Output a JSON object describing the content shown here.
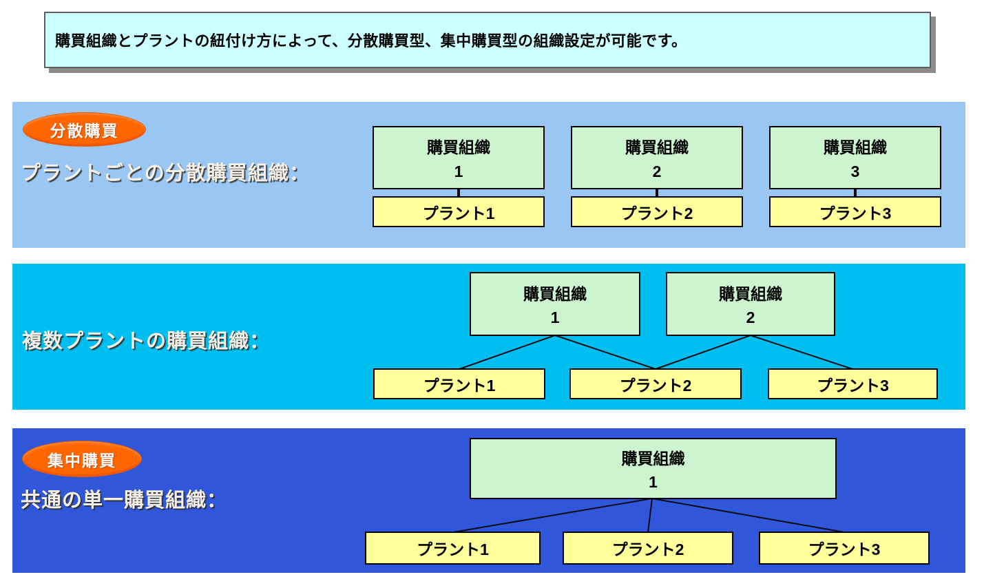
{
  "header": {
    "text": "購買組織とプラントの紐付け方によって、分散購買型、集中購買型の組織設定が可能です。"
  },
  "sections": [
    {
      "badge": "分散購買",
      "title": "プラントごとの分散購買組織：",
      "orgs": [
        {
          "label": "購買組織",
          "num": "1"
        },
        {
          "label": "購買組織",
          "num": "2"
        },
        {
          "label": "購買組織",
          "num": "3"
        }
      ],
      "plants": [
        "プラント1",
        "プラント2",
        "プラント3"
      ],
      "connections": [
        [
          0,
          0
        ],
        [
          1,
          1
        ],
        [
          2,
          2
        ]
      ]
    },
    {
      "badge": "",
      "title": "複数プラントの購買組織：",
      "orgs": [
        {
          "label": "購買組織",
          "num": "1"
        },
        {
          "label": "購買組織",
          "num": "2"
        }
      ],
      "plants": [
        "プラント1",
        "プラント2",
        "プラント3"
      ],
      "connections": [
        [
          0,
          0
        ],
        [
          0,
          1
        ],
        [
          1,
          1
        ],
        [
          1,
          2
        ]
      ]
    },
    {
      "badge": "集中購買",
      "title": "共通の単一購買組織：",
      "orgs": [
        {
          "label": "購買組織",
          "num": "1"
        }
      ],
      "plants": [
        "プラント1",
        "プラント2",
        "プラント3"
      ],
      "connections": [
        [
          0,
          0
        ],
        [
          0,
          1
        ],
        [
          0,
          2
        ]
      ]
    }
  ],
  "colors": {
    "header_bg": "#ccffff",
    "header_shadow": "#8c8c8c",
    "band1_bg": "#9ac6f4",
    "band2_bg": "#00bff0",
    "band3_bg": "#3057d9",
    "org_box_bg": "#ccf4cf",
    "plant_box_bg": "#ffff9b",
    "badge_bg": "#ff6600",
    "badge_text": "#ffffff",
    "title_text": "#f6f0e6",
    "line_color": "#0a0a14"
  }
}
